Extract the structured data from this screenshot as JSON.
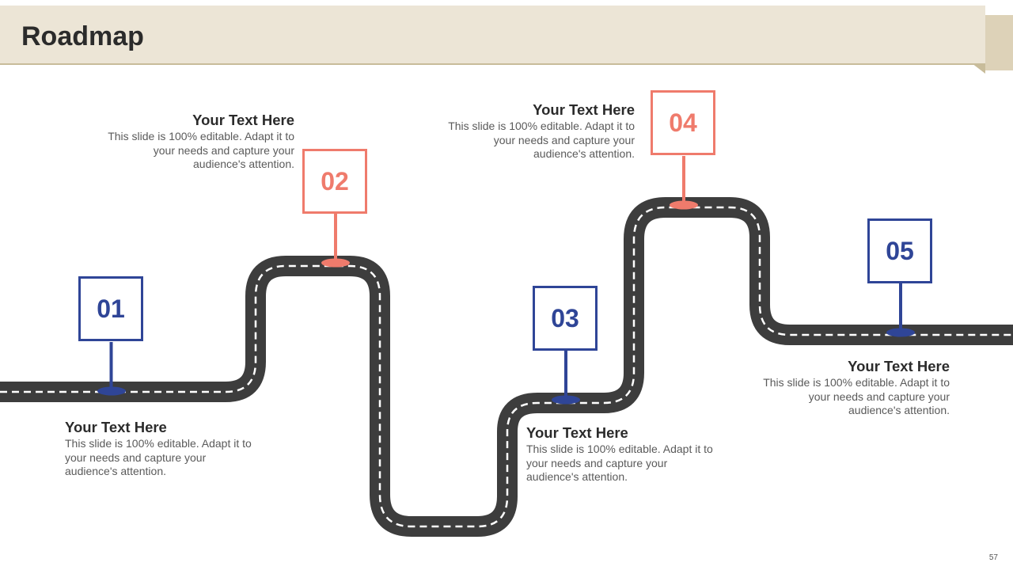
{
  "title": "Roadmap",
  "page_number": "57",
  "colors": {
    "blue": "#2f4597",
    "red": "#ef7b6c",
    "road": "#3d3d3d",
    "header": "#ece5d6"
  },
  "milestones": [
    {
      "number": "01",
      "heading": "Your Text Here",
      "body": "This slide is 100% editable. Adapt it to your needs and capture your audience's attention."
    },
    {
      "number": "02",
      "heading": "Your Text Here",
      "body": "This slide is 100% editable. Adapt it to your needs and capture your audience's attention."
    },
    {
      "number": "03",
      "heading": "Your Text Here",
      "body": "This slide is 100% editable. Adapt it to your needs and capture your audience's attention."
    },
    {
      "number": "04",
      "heading": "Your Text Here",
      "body": "This slide is 100% editable. Adapt it to your needs and capture your audience's attention."
    },
    {
      "number": "05",
      "heading": "Your Text Here",
      "body": "This slide is 100% editable. Adapt it to your needs and capture your audience's attention."
    }
  ]
}
